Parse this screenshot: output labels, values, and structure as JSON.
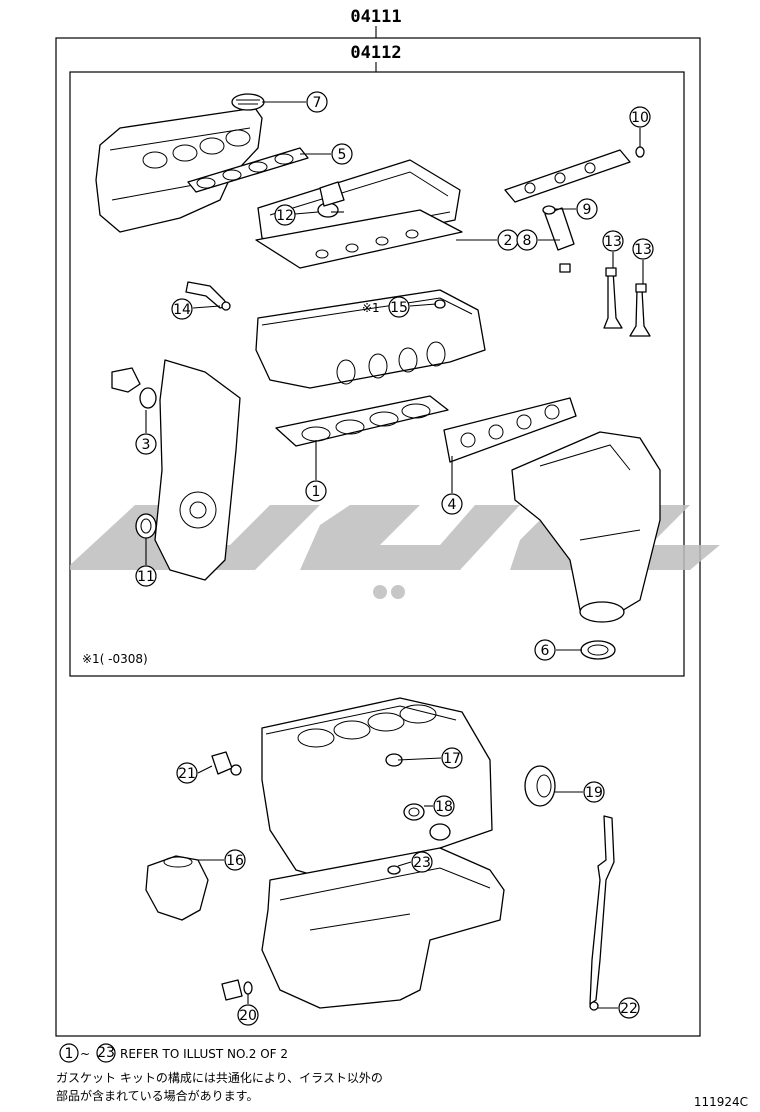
{
  "assembly_codes": {
    "outer": "04111",
    "inner": "04112"
  },
  "callouts": [
    {
      "id": "1",
      "label": "1"
    },
    {
      "id": "2",
      "label": "2"
    },
    {
      "id": "3",
      "label": "3"
    },
    {
      "id": "4",
      "label": "4"
    },
    {
      "id": "5",
      "label": "5"
    },
    {
      "id": "6",
      "label": "6"
    },
    {
      "id": "7",
      "label": "7"
    },
    {
      "id": "8",
      "label": "8"
    },
    {
      "id": "9",
      "label": "9"
    },
    {
      "id": "10",
      "label": "10"
    },
    {
      "id": "11",
      "label": "11"
    },
    {
      "id": "12",
      "label": "12"
    },
    {
      "id": "13a",
      "label": "13"
    },
    {
      "id": "13b",
      "label": "13"
    },
    {
      "id": "14",
      "label": "14"
    },
    {
      "id": "15",
      "label": "15"
    },
    {
      "id": "16",
      "label": "16"
    },
    {
      "id": "17",
      "label": "17"
    },
    {
      "id": "18",
      "label": "18"
    },
    {
      "id": "19",
      "label": "19"
    },
    {
      "id": "20",
      "label": "20"
    },
    {
      "id": "21",
      "label": "21"
    },
    {
      "id": "22",
      "label": "22"
    },
    {
      "id": "23",
      "label": "23"
    }
  ],
  "marks": {
    "note_marker": "※1"
  },
  "notes": {
    "range_note": "※1(      -0308)",
    "footer_range_start": "1",
    "footer_range_sep": "~",
    "footer_range_end": "23",
    "refer_text": "REFER TO ILLUST NO.2 OF 2",
    "jp_line1": "ガスケット キットの構成には共通化により、イラスト以外の",
    "jp_line2": "部品が含まれている場合があります。",
    "illustration_id": "111924C"
  }
}
